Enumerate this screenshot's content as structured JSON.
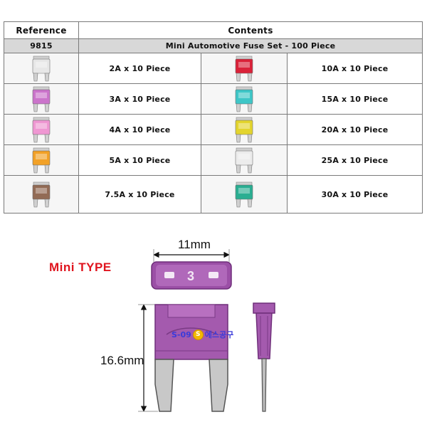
{
  "table": {
    "header": {
      "reference": "Reference",
      "contents": "Contents"
    },
    "ref_row": {
      "reference": "9815",
      "contents": "Mini Automotive Fuse Set - 100 Piece"
    },
    "rows": [
      {
        "left_label": "2A x 10 Piece",
        "left_color": "#e6e6e6",
        "right_label": "10A x 10 Piece",
        "right_color": "#d8112a"
      },
      {
        "left_label": "3A x 10 Piece",
        "left_color": "#c86ac8",
        "right_label": "15A x 10 Piece",
        "right_color": "#2fc2c4"
      },
      {
        "left_label": "4A x 10 Piece",
        "left_color": "#ef8fd0",
        "right_label": "20A x 10 Piece",
        "right_color": "#e2d21e"
      },
      {
        "left_label": "5A x 10 Piece",
        "left_color": "#f29a16",
        "right_label": "25A x 10 Piece",
        "right_color": "#ececec"
      },
      {
        "left_label": "7.5A x 10 Piece",
        "left_color": "#8a6048",
        "right_label": "30A x 10 Piece",
        "right_color": "#1aa88a"
      }
    ]
  },
  "diagram": {
    "type_label": "Mini TYPE",
    "width_label": "11mm",
    "height_label": "16.6mm",
    "fuse_number": "3",
    "fuse_color": "#a45aae",
    "watermark_code": "S-09",
    "watermark_logo": "S",
    "watermark_name": "에스공구"
  }
}
